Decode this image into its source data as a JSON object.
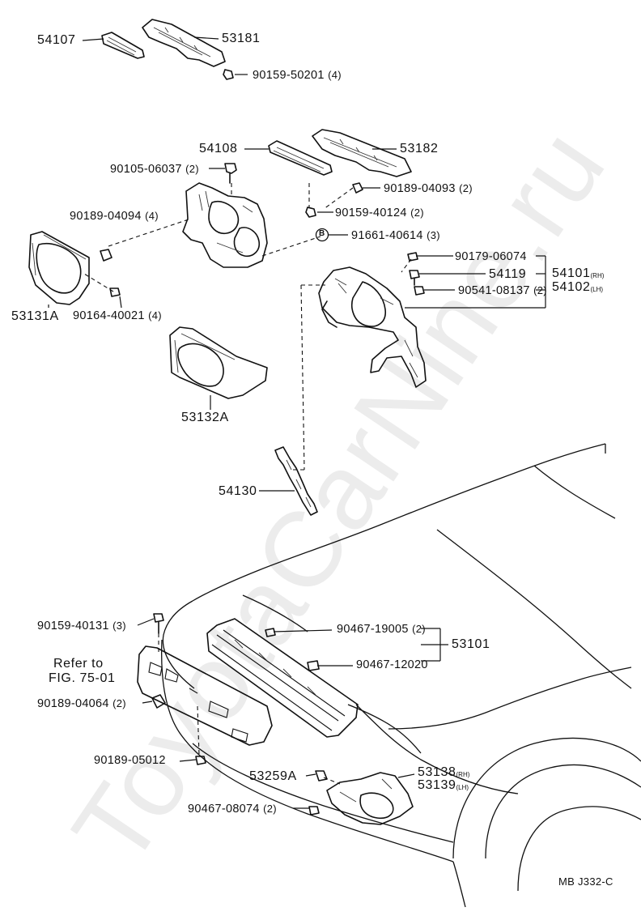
{
  "watermark": "ToyotaCarNine.ru",
  "drawing_code": "MB J332-C",
  "labels": {
    "p54107": "54107",
    "p53181": "53181",
    "p90159_50201": "90159-50201",
    "q90159_50201": "(4)",
    "p54108": "54108",
    "p53182": "53182",
    "p90105_06037": "90105-06037",
    "q90105_06037": "(2)",
    "p90189_04093": "90189-04093",
    "q90189_04093": "(2)",
    "p90189_04094": "90189-04094",
    "q90189_04094": "(4)",
    "p90159_40124": "90159-40124",
    "q90159_40124": "(2)",
    "b_marker": "B",
    "p91661_40614": "91661-40614",
    "q91661_40614": "(3)",
    "p90179_06074": "90179-06074",
    "p54119": "54119",
    "p54101": "54101",
    "rh1": "(RH)",
    "p54102": "54102",
    "lh1": "(LH)",
    "p90541_08137": "90541-08137",
    "q90541_08137": "(2)",
    "p53131A": "53131A",
    "p90164_40021": "90164-40021",
    "q90164_40021": "(4)",
    "p53132A": "53132A",
    "p54130": "54130",
    "p90159_40131": "90159-40131",
    "q90159_40131": "(3)",
    "p90467_19005": "90467-19005",
    "q90467_19005": "(2)",
    "p53101": "53101",
    "refer_line1": "Refer to",
    "refer_line2": "FIG. 75-01",
    "p90467_12020": "90467-12020",
    "p90189_04064": "90189-04064",
    "q90189_04064": "(2)",
    "p90189_05012": "90189-05012",
    "p53259A": "53259A",
    "p53138": "53138",
    "rh2": "(RH)",
    "p53139": "53139",
    "lh2": "(LH)",
    "p90467_08074": "90467-08074",
    "q90467_08074": "(2)"
  }
}
